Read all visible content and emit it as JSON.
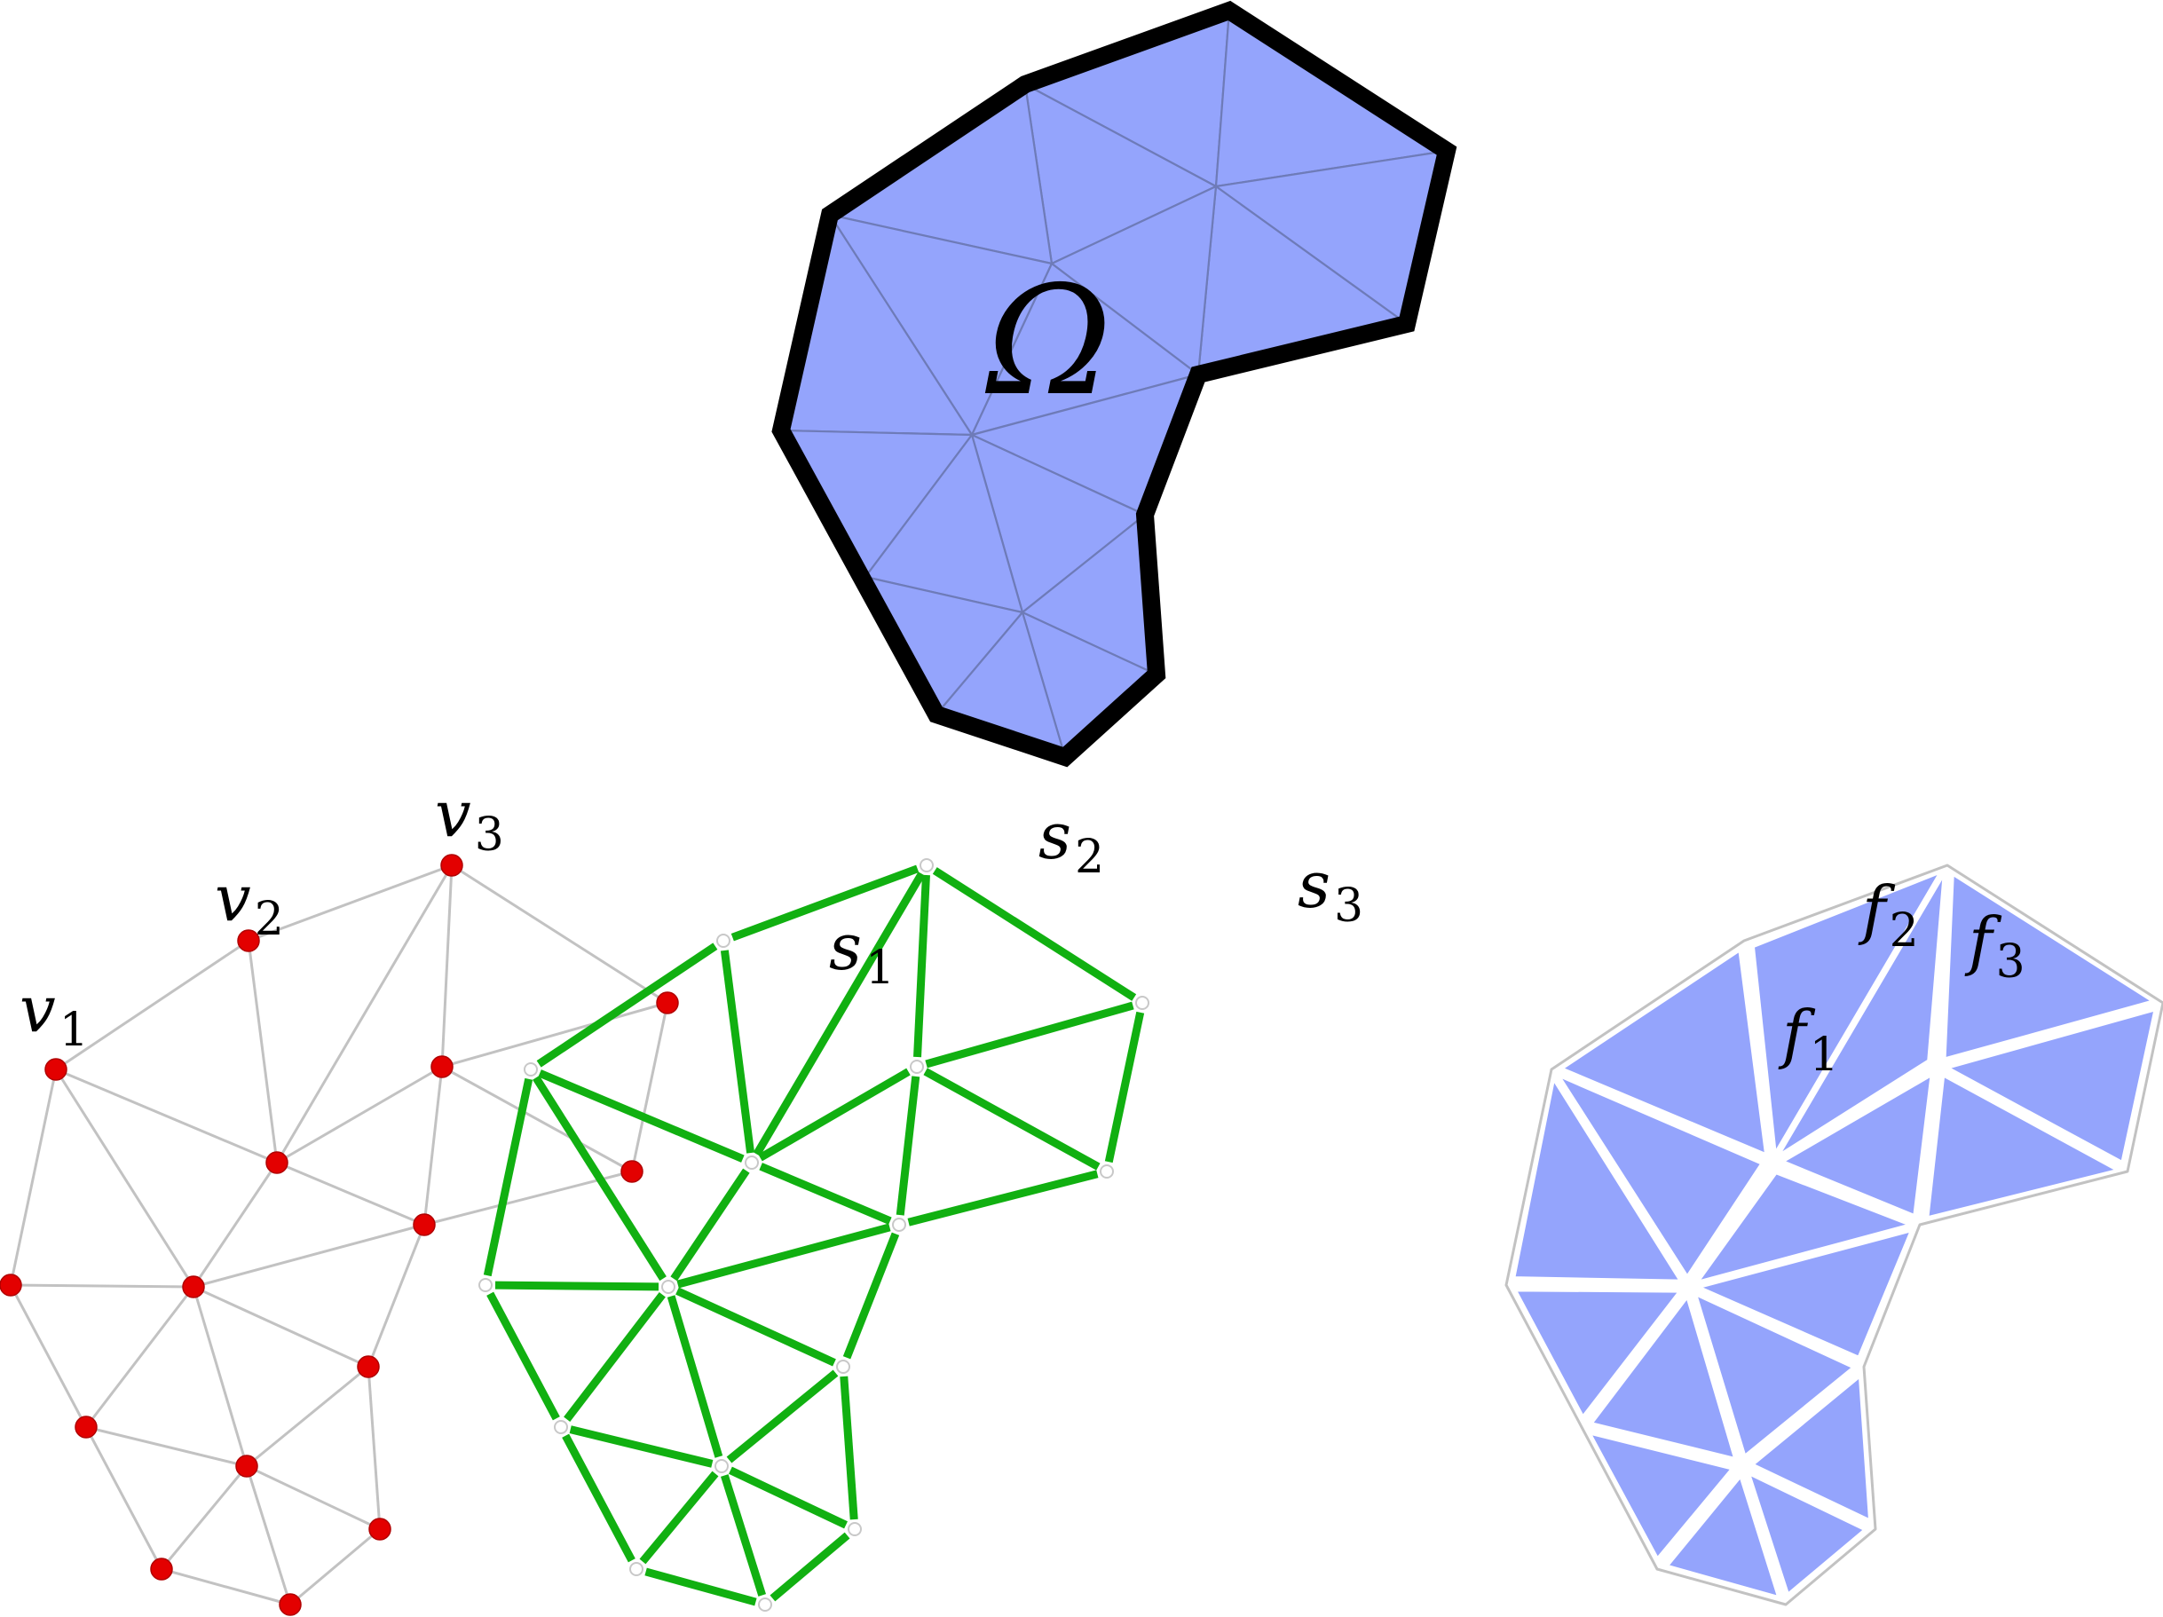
{
  "domain_label": {
    "symbol": "Ω"
  },
  "vertex_labels": [
    {
      "base": "v",
      "sub": "1"
    },
    {
      "base": "v",
      "sub": "2"
    },
    {
      "base": "v",
      "sub": "3"
    }
  ],
  "edge_labels": [
    {
      "base": "s",
      "sub": "1"
    },
    {
      "base": "s",
      "sub": "2"
    },
    {
      "base": "s",
      "sub": "3"
    }
  ],
  "face_labels": [
    {
      "base": "f",
      "sub": "1"
    },
    {
      "base": "f",
      "sub": "2"
    },
    {
      "base": "f",
      "sub": "3"
    }
  ],
  "colors": {
    "fill": "#94a4fc",
    "mesh_line": "#6e7bb8",
    "boundary": "#000000",
    "graph_edge": "#c2c2c2",
    "vertex": "#e30000",
    "segment": "#11b011",
    "face_outline": "#c2c2c2"
  }
}
